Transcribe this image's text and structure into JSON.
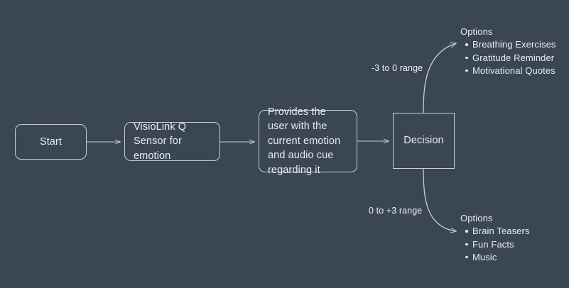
{
  "diagram": {
    "title": "Emotion sensing flowchart",
    "background_color": "#3a4653",
    "stroke_color": "#c9ced4",
    "text_color": "#e9ecef",
    "nodes": {
      "start": {
        "label": "Start",
        "shape": "rounded-rectangle"
      },
      "sensor": {
        "label": "VisioLink Q Sensor for emotion",
        "shape": "rounded-rectangle"
      },
      "provides": {
        "label": "Provides the user with the current emotion and audio cue regarding it",
        "shape": "rounded-rectangle"
      },
      "decision": {
        "label": "Decision",
        "shape": "rectangle"
      }
    },
    "edge_labels": {
      "upper": "-3 to 0 range",
      "lower": "0 to +3 range"
    },
    "options_top": {
      "title": "Options",
      "items": [
        "Breathing Exercises",
        "Gratitude Reminder",
        "Motivational Quotes"
      ]
    },
    "options_bottom": {
      "title": "Options",
      "items": [
        "Brain Teasers",
        "Fun Facts",
        "Music"
      ]
    }
  }
}
